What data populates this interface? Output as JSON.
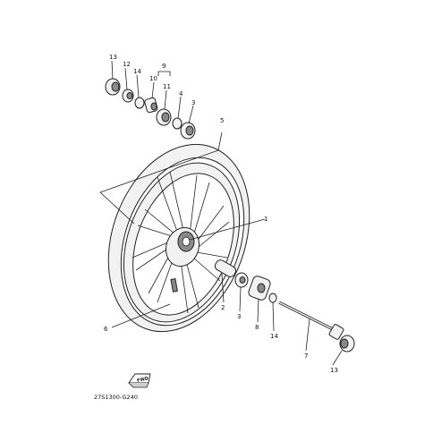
{
  "diagram": {
    "callouts": {
      "c1": "1",
      "c2": "2",
      "c3a": "3",
      "c3b": "3",
      "c4": "4",
      "c5": "5",
      "c6": "6",
      "c7": "7",
      "c8": "8",
      "c9": "9",
      "c10": "10",
      "c11": "11",
      "c12": "12",
      "c13a": "13",
      "c13b": "13",
      "c14a": "14",
      "c14b": "14"
    },
    "fwd_label": "FWD",
    "diagram_code": "27S1300-G240"
  }
}
